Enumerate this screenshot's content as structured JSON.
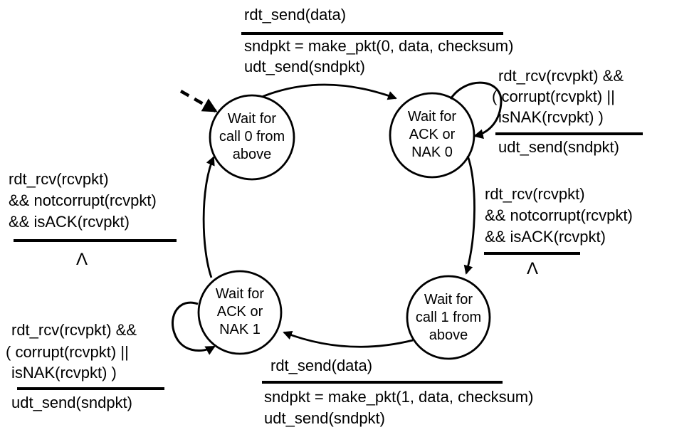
{
  "states": {
    "wait_call_0": {
      "line1": "Wait for",
      "line2": "call 0 from",
      "line3": "above"
    },
    "wait_ack_nak_0": {
      "line1": "Wait for",
      "line2": "ACK or",
      "line3": "NAK 0"
    },
    "wait_ack_nak_1": {
      "line1": "Wait for",
      "line2": "ACK or",
      "line3": "NAK 1"
    },
    "wait_call_1": {
      "line1": "Wait for",
      "line2": "call 1 from",
      "line3": "above"
    }
  },
  "transitions": {
    "send0": {
      "condition": "rdt_send(data)",
      "action1": "sndpkt = make_pkt(0, data, checksum)",
      "action2": "udt_send(sndpkt)"
    },
    "ack0_selfloop": {
      "cond1": "rdt_rcv(rcvpkt) &&",
      "cond2": "( corrupt(rcvpkt) ||",
      "cond3": "isNAK(rcvpkt) )",
      "action": "udt_send(sndpkt)"
    },
    "ack0_to_call1": {
      "cond1": "rdt_rcv(rcvpkt)",
      "cond2": "&& notcorrupt(rcvpkt)",
      "cond3": "&& isACK(rcvpkt)",
      "action": "Λ"
    },
    "ack1_to_call0": {
      "cond1": "rdt_rcv(rcvpkt)",
      "cond2": "&& notcorrupt(rcvpkt)",
      "cond3": "&& isACK(rcvpkt)",
      "action": "Λ"
    },
    "ack1_selfloop": {
      "cond1": "rdt_rcv(rcvpkt) &&",
      "cond2": "( corrupt(rcvpkt) ||",
      "cond3": "isNAK(rcvpkt) )",
      "action": "udt_send(sndpkt)"
    },
    "send1": {
      "condition": "rdt_send(data)",
      "action1": "sndpkt = make_pkt(1, data, checksum)",
      "action2": "udt_send(sndpkt)"
    }
  },
  "colors": {
    "ink": "#000000",
    "background": "#ffffff"
  }
}
